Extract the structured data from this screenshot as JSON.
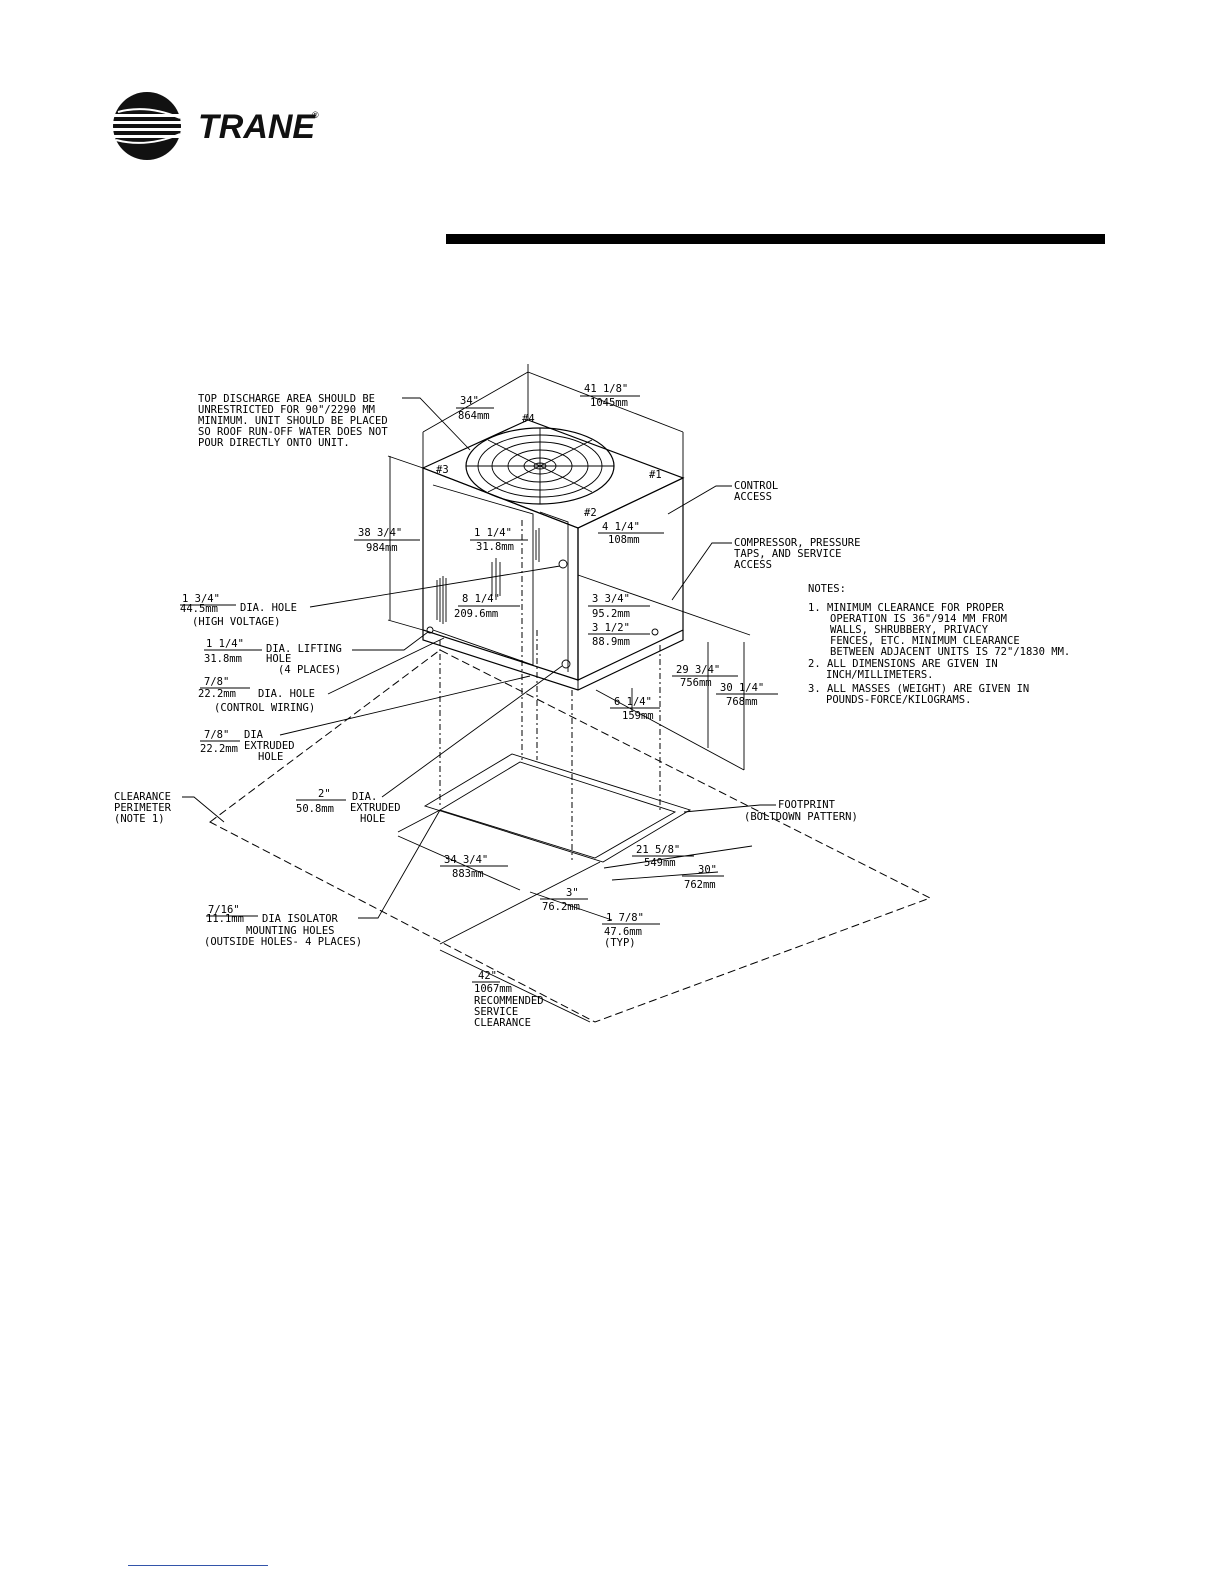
{
  "brand": {
    "name": "TRANE",
    "registered": "®"
  },
  "labels": {
    "top_discharge": [
      "TOP DISCHARGE AREA SHOULD BE",
      "UNRESTRICTED FOR 90\"/2290 MM",
      "MINIMUM.  UNIT SHOULD BE PLACED",
      "SO ROOF RUN-OFF WATER DOES NOT",
      "POUR DIRECTLY ONTO UNIT."
    ],
    "corner_1": "#1",
    "corner_2": "#2",
    "corner_3": "#3",
    "corner_4": "#4",
    "control_access": [
      "CONTROL",
      "ACCESS"
    ],
    "compressor_access": [
      "COMPRESSOR, PRESSURE",
      "TAPS, AND SERVICE",
      "ACCESS"
    ],
    "high_voltage_hole": {
      "top": "1 3/4\"",
      "bottom": "44.5mm",
      "suffix": "DIA. HOLE",
      "note": "(HIGH VOLTAGE)"
    },
    "lifting_hole": {
      "top": "1 1/4\"",
      "bottom": "31.8mm",
      "suffix1": "DIA. LIFTING",
      "suffix2": "HOLE",
      "note": "(4 PLACES)"
    },
    "control_wiring_hole": {
      "top": "7/8\"",
      "bottom": "22.2mm",
      "suffix": "DIA. HOLE",
      "note": "(CONTROL WIRING)"
    },
    "extruded_78": {
      "top": "7/8\"",
      "bottom": "22.2mm",
      "suffix1": "DIA",
      "suffix2": "EXTRUDED",
      "suffix3": "HOLE"
    },
    "clearance_perimeter": [
      "CLEARANCE",
      "PERIMETER",
      "(NOTE 1)"
    ],
    "extruded_2": {
      "top": "2\"",
      "bottom": "50.8mm",
      "suffix1": "DIA.",
      "suffix2": "EXTRUDED",
      "suffix3": "HOLE"
    },
    "isolator": {
      "top": "7/16\"",
      "bottom": "11.1mm",
      "suffix1": "DIA ISOLATOR",
      "suffix2": "MOUNTING HOLES",
      "note": "(OUTSIDE HOLES- 4 PLACES)"
    },
    "footprint": [
      "FOOTPRINT",
      "(BOLTDOWN PATTERN)"
    ],
    "service_clearance": {
      "top": "42\"",
      "bottom": "1067mm",
      "l1": "RECOMMENDED",
      "l2": "SERVICE",
      "l3": "CLEARANCE"
    }
  },
  "dimensions": {
    "d34": {
      "top": "34\"",
      "bottom": "864mm"
    },
    "d41": {
      "top": "41 1/8\"",
      "bottom": "1045mm"
    },
    "d38": {
      "top": "38 3/4\"",
      "bottom": "984mm"
    },
    "d114": {
      "top": "1 1/4\"",
      "bottom": "31.8mm"
    },
    "d414": {
      "top": "4 1/4\"",
      "bottom": "108mm"
    },
    "d814": {
      "top": "8 1/4\"",
      "bottom": "209.6mm"
    },
    "d334": {
      "top": "3 3/4\"",
      "bottom": "95.2mm"
    },
    "d312": {
      "top": "3 1/2\"",
      "bottom": "88.9mm"
    },
    "d2934": {
      "top": "29 3/4\"",
      "bottom": "756mm"
    },
    "d3014": {
      "top": "30 1/4\"",
      "bottom": "768mm"
    },
    "d614": {
      "top": "6 1/4\"",
      "bottom": "159mm"
    },
    "d2158": {
      "top": "21 5/8\"",
      "bottom": "549mm"
    },
    "d30": {
      "top": "30\"",
      "bottom": "762mm"
    },
    "d3434": {
      "top": "34 3/4\"",
      "bottom": "883mm"
    },
    "d3": {
      "top": "3\"",
      "bottom": "76.2mm"
    },
    "d178": {
      "top": "1 7/8\"",
      "bottom": "47.6mm",
      "note": "(TYP)"
    }
  },
  "notes": {
    "title": "NOTES:",
    "n1": [
      "1. MINIMUM CLEARANCE FOR PROPER",
      "OPERATION IS 36\"/914 MM FROM",
      "WALLS, SHRUBBERY, PRIVACY",
      "FENCES, ETC.  MINIMUM CLEARANCE",
      "BETWEEN ADJACENT UNITS IS 72\"/1830 MM."
    ],
    "n2": [
      "2. ALL DIMENSIONS ARE GIVEN IN",
      "INCH/MILLIMETERS."
    ],
    "n3": [
      "3. ALL MASSES (WEIGHT) ARE GIVEN IN",
      "POUNDS-FORCE/KILOGRAMS."
    ]
  }
}
